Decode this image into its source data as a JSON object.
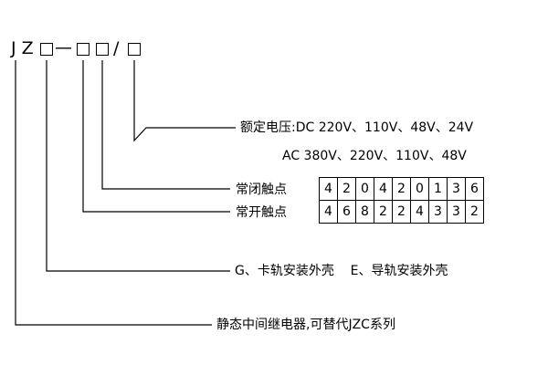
{
  "model_code": {
    "prefix": "JZ",
    "dash": "—",
    "slash": "/"
  },
  "labels": {
    "rated_voltage_line1": "额定电压:DC 220V、110V、48V、24V",
    "rated_voltage_line2": "AC 380V、220V、110V、48V",
    "nc_contacts": "常闭触点",
    "no_contacts": "常开触点",
    "shell_types": "G、卡轨安装外壳    E、导轨安装外壳",
    "series_desc": "静态中间继电器,可替代JZC系列"
  },
  "table": {
    "nc_row": [
      "4",
      "2",
      "0",
      "4",
      "2",
      "0",
      "1",
      "3",
      "6"
    ],
    "no_row": [
      "4",
      "6",
      "8",
      "2",
      "2",
      "4",
      "3",
      "3",
      "2"
    ]
  },
  "colors": {
    "line": "#000000",
    "text": "#000000",
    "background": "#ffffff"
  }
}
